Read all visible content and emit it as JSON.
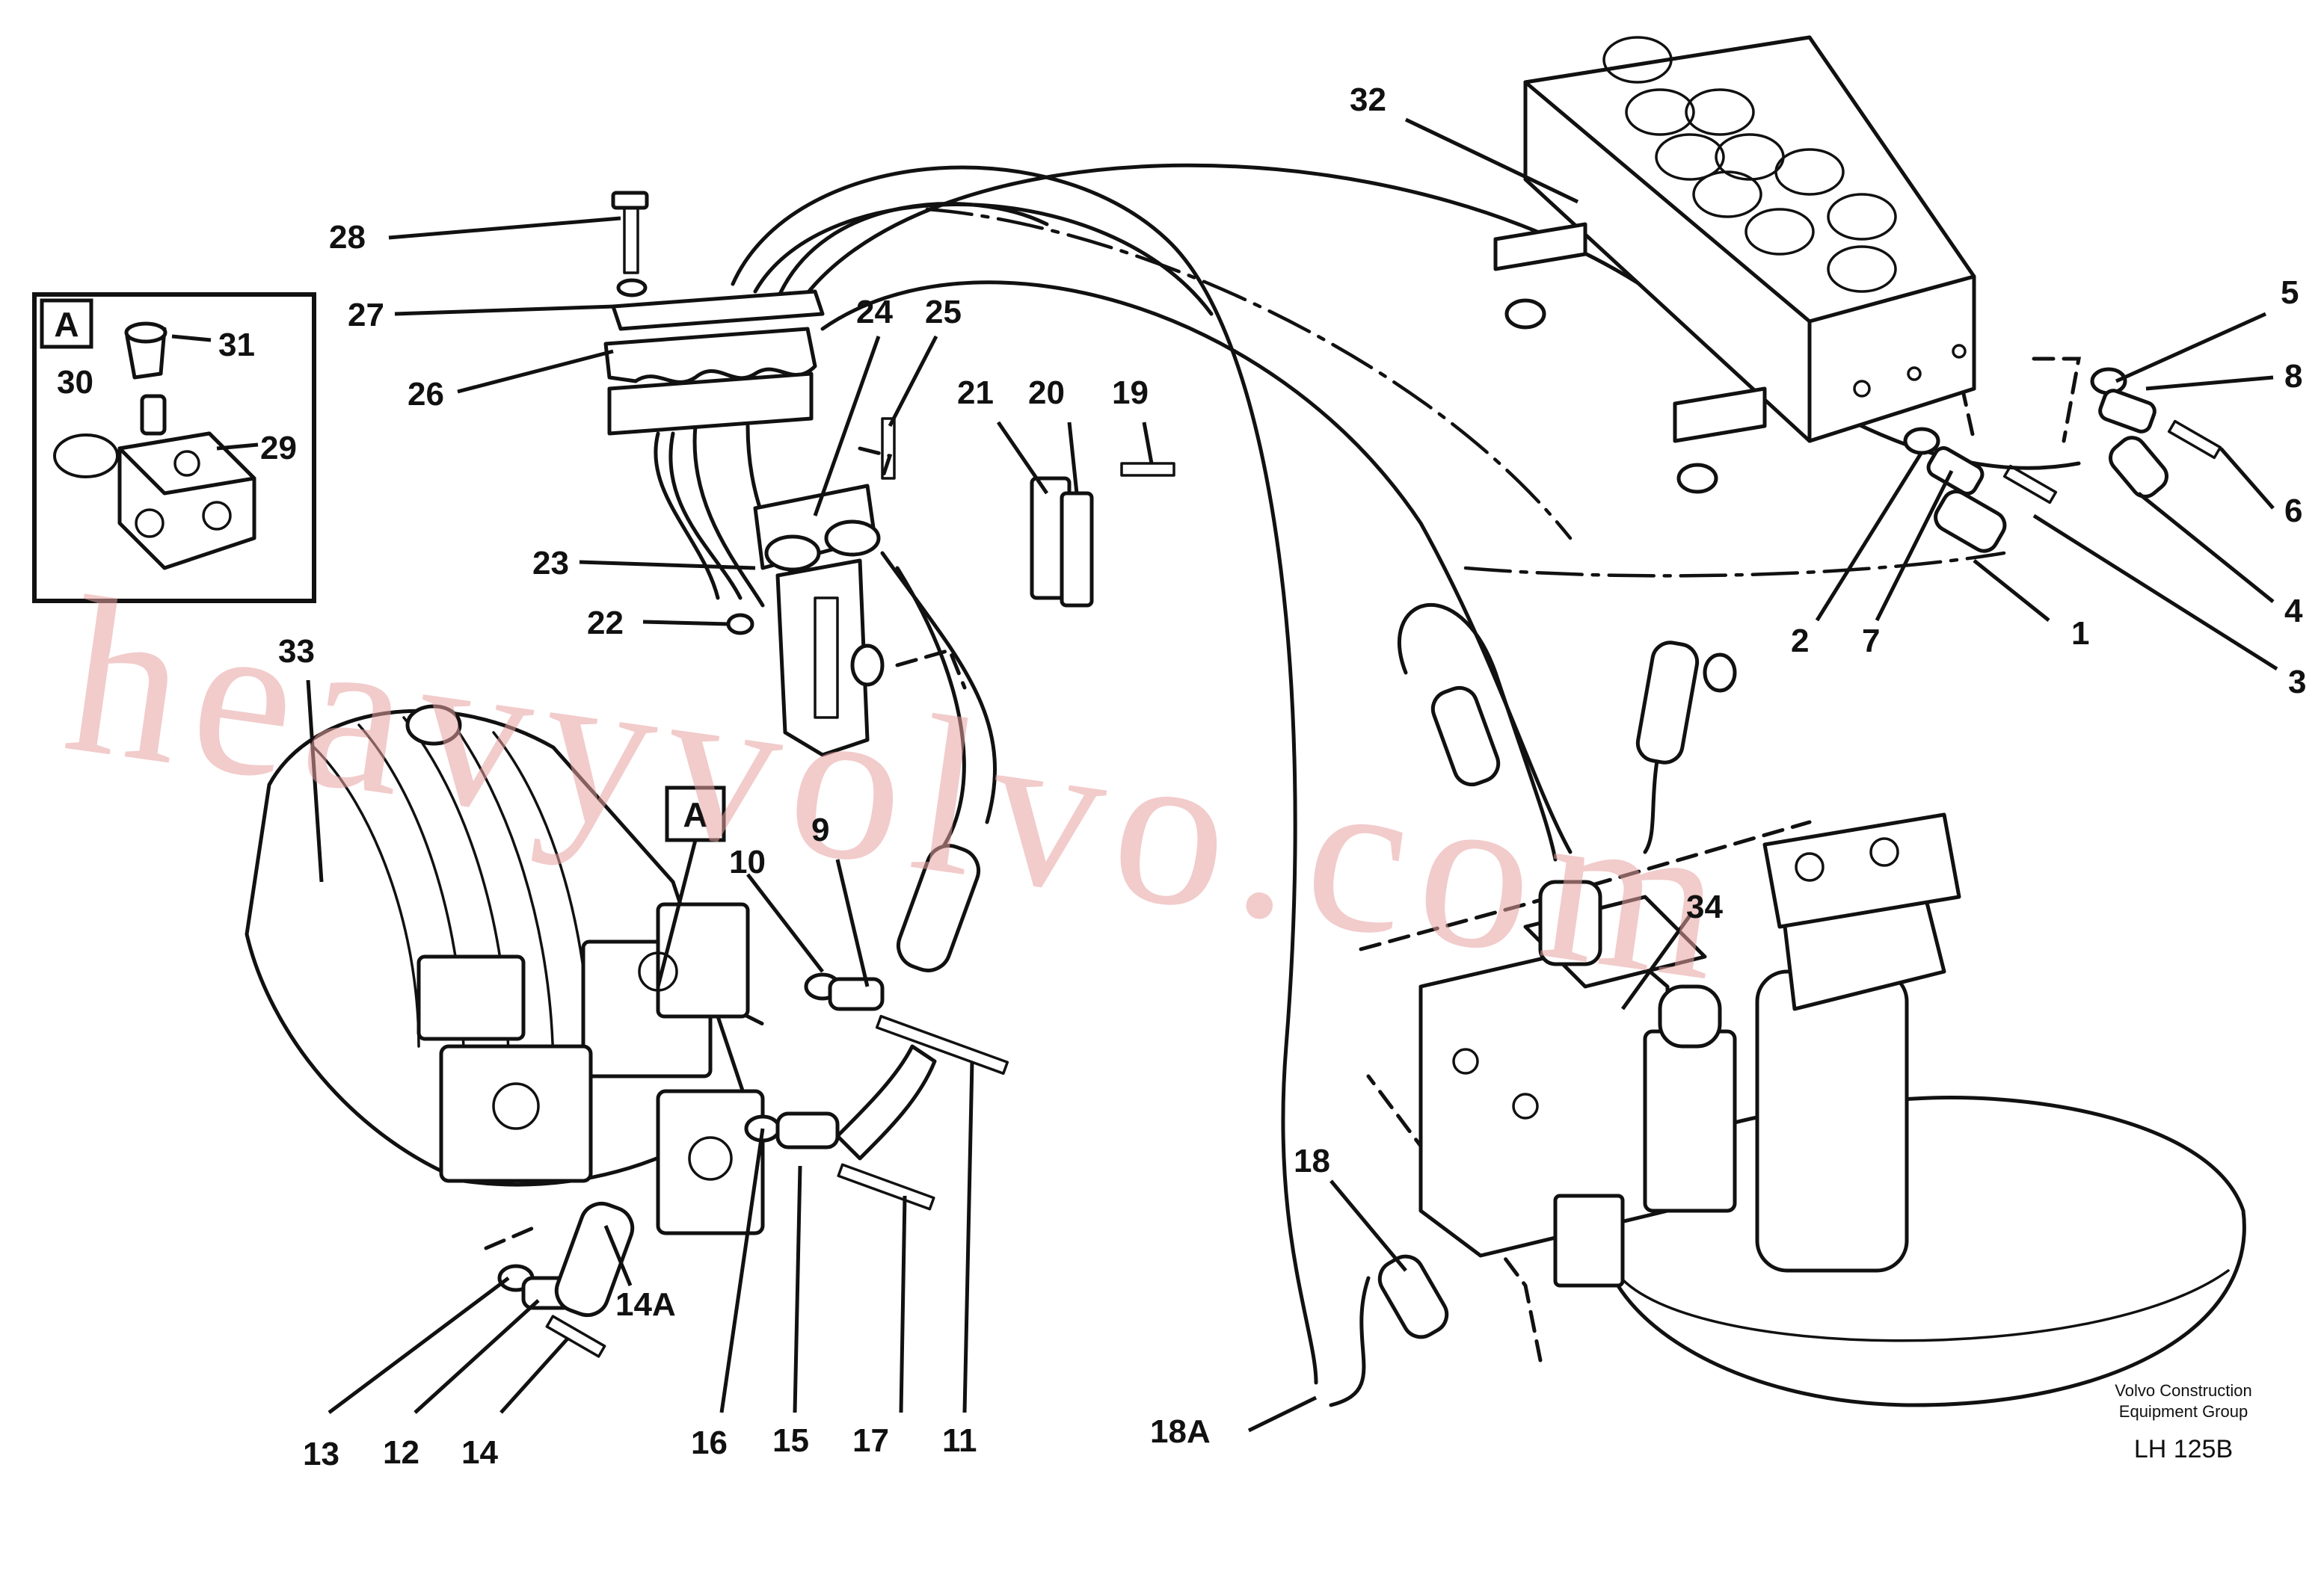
{
  "diagram": {
    "watermark": "heavyvolvo.com",
    "detail_label": "A",
    "callouts": {
      "c1": "1",
      "c2": "2",
      "c3": "3",
      "c4": "4",
      "c5": "5",
      "c6": "6",
      "c7": "7",
      "c8": "8",
      "c9": "9",
      "c10": "10",
      "c11": "11",
      "c12": "12",
      "c13": "13",
      "c14": "14",
      "c14a": "14A",
      "c15": "15",
      "c16": "16",
      "c17": "17",
      "c18": "18",
      "c18a": "18A",
      "c19": "19",
      "c20": "20",
      "c21": "21",
      "c22": "22",
      "c23": "23",
      "c24": "24",
      "c25": "25",
      "c26": "26",
      "c27": "27",
      "c28": "28",
      "c29": "29",
      "c30": "30",
      "c31": "31",
      "c32": "32",
      "c33": "33",
      "c34": "34"
    },
    "footer": {
      "company_line1": "Volvo Construction",
      "company_line2": "Equipment Group",
      "code": "LH 125B"
    }
  }
}
